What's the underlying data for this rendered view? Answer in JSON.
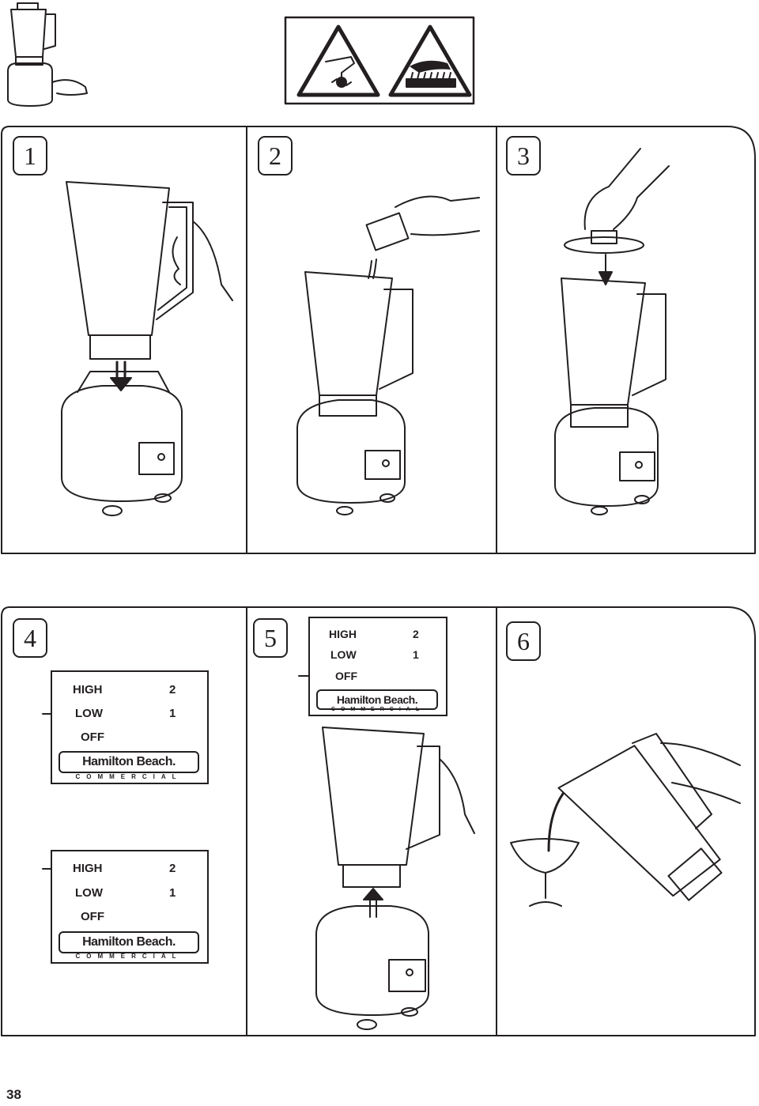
{
  "page": {
    "number": "38"
  },
  "steps": [
    "1",
    "2",
    "3",
    "4",
    "5",
    "6"
  ],
  "switch_panel": {
    "high": "HIGH",
    "low": "LOW",
    "off": "OFF",
    "num_high": "2",
    "num_low": "1",
    "brand": "Hamilton Beach.",
    "brand_sub": "COMMERCIAL"
  },
  "icons": [
    "blender-thumbnail-icon",
    "blade-hazard-warning-icon",
    "hot-surface-warning-icon",
    "blender-illustration",
    "hand-icon",
    "pouring-glass-icon"
  ],
  "colors": {
    "ink": "#231f20",
    "paper": "#ffffff"
  }
}
